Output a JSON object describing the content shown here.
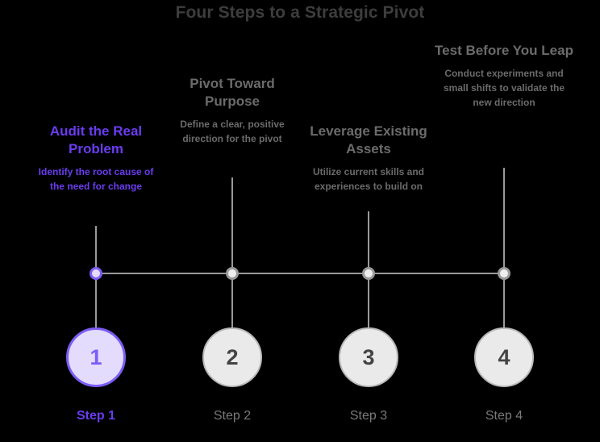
{
  "chart_data": {
    "type": "diagram",
    "title": "Four Steps to a Strategic Pivot",
    "diagram_kind": "horizontal-timeline",
    "active_step": 1,
    "steps": [
      {
        "number": "1",
        "title": "Audit the Real Problem",
        "description": "Identify the root cause of the need for change",
        "label": "Step 1",
        "active": true
      },
      {
        "number": "2",
        "title": "Pivot Toward Purpose",
        "description": "Define a clear, positive direction for the pivot",
        "label": "Step 2",
        "active": false
      },
      {
        "number": "3",
        "title": "Leverage Existing Assets",
        "description": "Utilize current skills and experiences to build on",
        "label": "Step 3",
        "active": false
      },
      {
        "number": "4",
        "title": "Test Before You Leap",
        "description": "Conduct experiments and small shifts to validate the new direction",
        "label": "Step 4",
        "active": false
      }
    ]
  },
  "header": {
    "title": "Four Steps to a Strategic Pivot"
  },
  "steps": [
    {
      "number": "1",
      "title": "Audit the Real Problem",
      "description": "Identify the root cause of the need for change",
      "label": "Step 1"
    },
    {
      "number": "2",
      "title": "Pivot Toward Purpose",
      "description": "Define a clear, positive direction for the pivot",
      "label": "Step 2"
    },
    {
      "number": "3",
      "title": "Leverage Existing Assets",
      "description": "Utilize current skills and experiences to build on",
      "label": "Step 3"
    },
    {
      "number": "4",
      "title": "Test Before You Leap",
      "description": "Conduct experiments and small shifts to validate the new direction",
      "label": "Step 4"
    }
  ],
  "colors": {
    "background": "#000000",
    "accent": "#7c5cf5",
    "accent_text": "#6a3cf0",
    "accent_fill": "#e3dcfc",
    "neutral_line": "#9a9a9a",
    "neutral_fill": "#eaeaea",
    "neutral_border": "#b9b9b9",
    "title_text": "#3d3d3d",
    "body_text": "#6b6b6b"
  }
}
